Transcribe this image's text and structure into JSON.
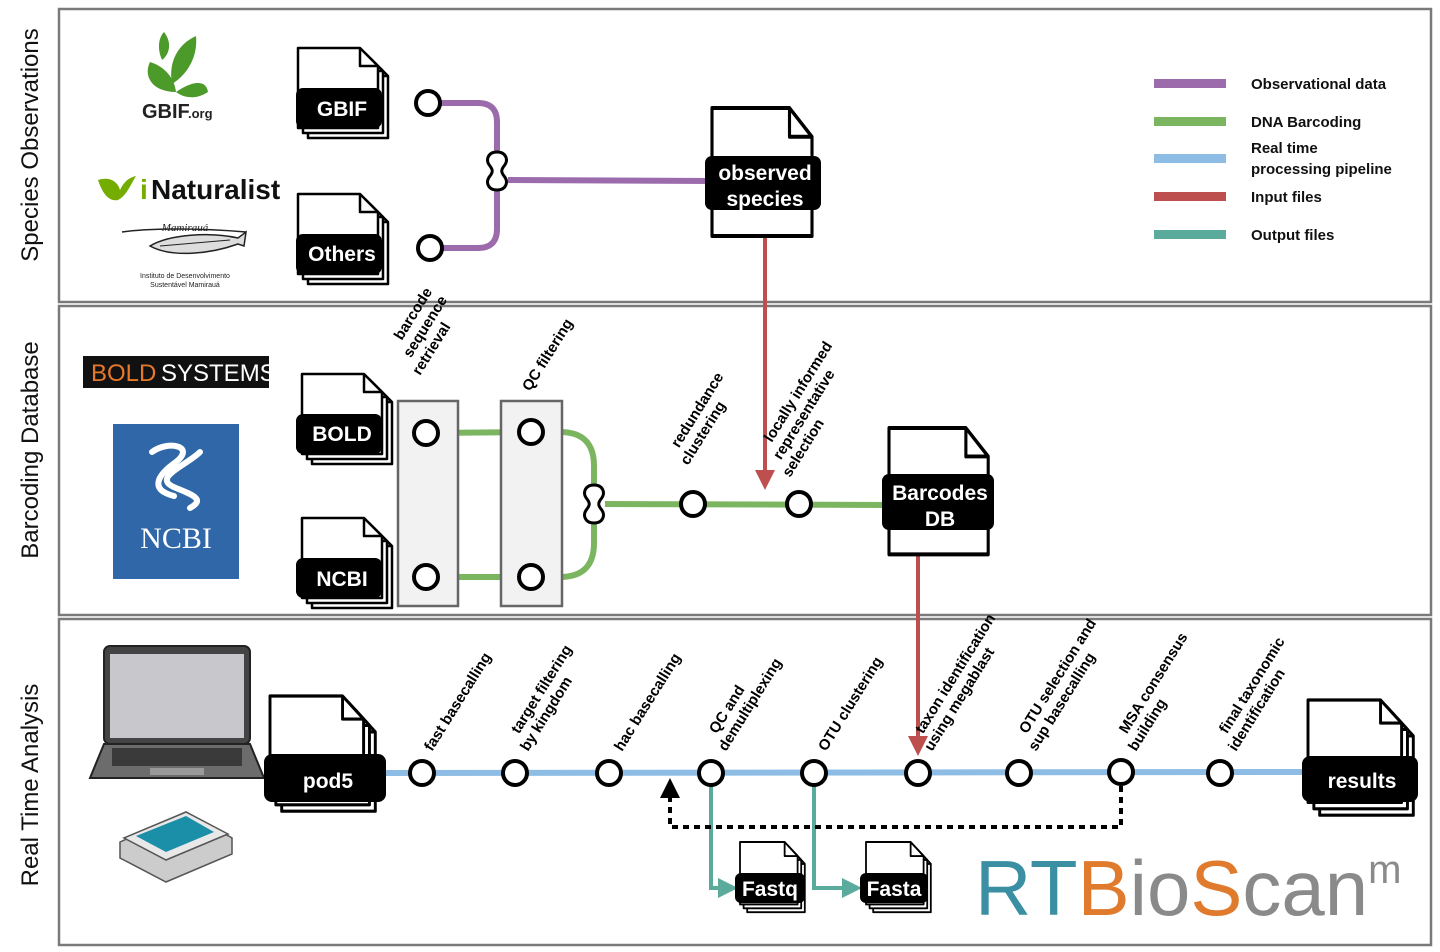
{
  "sections": {
    "species": "Species Observations",
    "barcoding": "Barcoding Database",
    "realtime": "Real Time Analysis"
  },
  "logos": {
    "gbif": "GBIF",
    "gbif_suffix": ".org",
    "inaturalist_i": "i",
    "inaturalist_rest": "Naturalist",
    "mamiraua_sig": "Mamirauá",
    "mamiraua_line1": "Instituto de Desenvolvimento",
    "mamiraua_line2": "Sustentável Mamirauá",
    "bold_a": "BOLD",
    "bold_b": "SYSTEMS",
    "ncbi": "NCBI"
  },
  "docs": {
    "gbif": "GBIF",
    "others": "Others",
    "observed_1": "observed",
    "observed_2": "species",
    "bold": "BOLD",
    "ncbi": "NCBI",
    "barcodes_1": "Barcodes",
    "barcodes_2": "DB",
    "pod5": "pod5",
    "results": "results",
    "fastq": "Fastq",
    "fasta": "Fasta"
  },
  "steps": {
    "barcode_retrieval": [
      "barcode",
      "sequence",
      "retrieval"
    ],
    "qc_filtering": [
      "QC filtering"
    ],
    "redundance": [
      "redundance",
      "clustering"
    ],
    "locally": [
      "locally informed",
      "representative",
      "selection"
    ],
    "fast_basecalling": [
      "fast basecalling"
    ],
    "target_filtering": [
      "target filtering",
      "by kingdom"
    ],
    "hac_basecalling": [
      "hac basecalling"
    ],
    "qc_demux": [
      "QC and",
      "demultiplexing"
    ],
    "otu_clustering": [
      "OTU clustering"
    ],
    "taxon_id": [
      "taxon identification",
      "using megablast"
    ],
    "otu_selection": [
      "OTU selection and",
      "sup basecalling"
    ],
    "msa": [
      "MSA consensus",
      "building"
    ],
    "final_taxonomic": [
      "final taxonomic",
      "identification"
    ]
  },
  "legend": {
    "items": [
      {
        "label": [
          "Observational data"
        ],
        "color": "#9b6bab"
      },
      {
        "label": [
          "DNA Barcoding"
        ],
        "color": "#7cb560"
      },
      {
        "label": [
          "Real time",
          "processing pipeline"
        ],
        "color": "#8dbde4"
      },
      {
        "label": [
          "Input files"
        ],
        "color": "#bd4f4f"
      },
      {
        "label": [
          "Output files"
        ],
        "color": "#5aab9b"
      }
    ]
  },
  "brand": {
    "rt": "RT",
    "b": "B",
    "io": "io",
    "s": "S",
    "can": "can",
    "sup": "m",
    "color_teal": "#3a8fa3",
    "color_orange": "#e07a2c",
    "color_grey": "#8a8a8a"
  },
  "colors": {
    "purple": "#9b6bab",
    "green": "#7cb560",
    "blue": "#8dbde4",
    "red": "#bd4f4f",
    "teal": "#5aab9b",
    "ncbi_blue": "#2f67a8"
  }
}
